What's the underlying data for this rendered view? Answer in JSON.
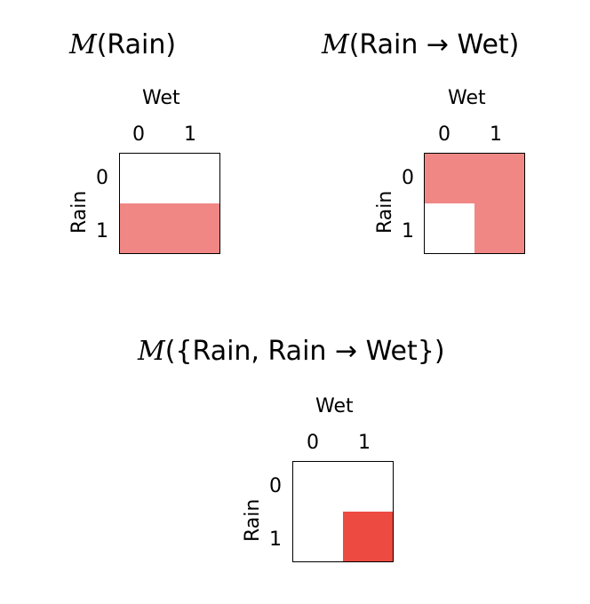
{
  "colors": {
    "model": "#f08785",
    "unique_model": "#ed4a41",
    "empty": "#ffffff"
  },
  "panels": [
    {
      "script_m": "M",
      "title_rest": "(Rain)",
      "col_var": "Wet",
      "row_var": "Rain",
      "col_ticks": [
        "0",
        "1"
      ],
      "row_ticks": [
        "0",
        "1"
      ],
      "cells": [
        [
          0,
          0
        ],
        [
          1,
          1
        ]
      ]
    },
    {
      "script_m": "M",
      "title_rest": "(Rain → Wet)",
      "col_var": "Wet",
      "row_var": "Rain",
      "col_ticks": [
        "0",
        "1"
      ],
      "row_ticks": [
        "0",
        "1"
      ],
      "cells": [
        [
          1,
          1
        ],
        [
          0,
          1
        ]
      ]
    },
    {
      "script_m": "M",
      "title_rest": "({Rain, Rain → Wet})",
      "col_var": "Wet",
      "row_var": "Rain",
      "col_ticks": [
        "0",
        "1"
      ],
      "row_ticks": [
        "0",
        "1"
      ],
      "cells": [
        [
          0,
          0
        ],
        [
          0,
          2
        ]
      ]
    }
  ]
}
